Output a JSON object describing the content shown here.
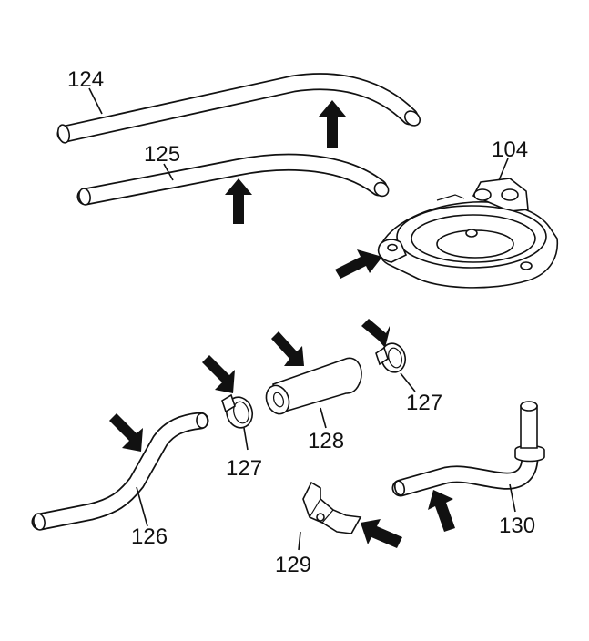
{
  "colors": {
    "line": "#111111",
    "background": "#ffffff"
  },
  "labels": {
    "hose_124": "124",
    "hose_125": "125",
    "cover_104": "104",
    "hose_126": "126",
    "clamp_127_left": "127",
    "hose_128": "128",
    "clamp_127_right": "127",
    "bracket_129": "129",
    "pipe_130": "130"
  }
}
